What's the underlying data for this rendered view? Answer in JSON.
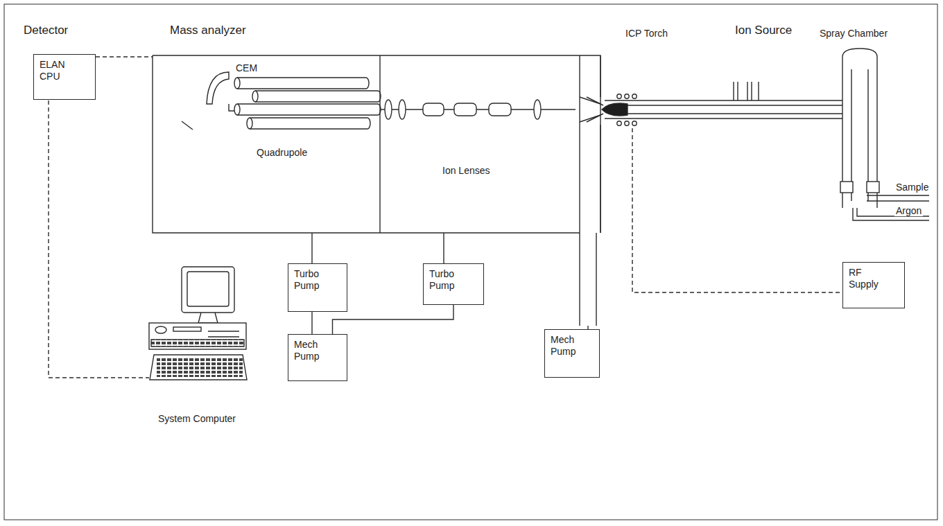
{
  "diagram": {
    "nodes": [
      {
        "text": [
          "ELAN CPU"
        ]
      },
      {
        "text": [
          "Turbo Pump"
        ]
      },
      {
        "text": [
          "Turbo Pump"
        ]
      },
      {
        "text": [
          "Mech Pump"
        ]
      },
      {
        "text": [
          "Mech Pump"
        ]
      },
      {
        "text": [
          "RF Supply"
        ]
      }
    ],
    "edges": [
      {
        "from": 1,
        "to": 3,
        "arrow": "none"
      },
      {
        "from": 2,
        "to": 3,
        "arrow": "none"
      }
    ],
    "labels": [
      "Detector",
      "Mass analyzer",
      "Ion Source",
      "CEM",
      "Quadrupole",
      "Ion Lenses",
      "ICP Torch",
      "Spray Chamber",
      "Sample",
      "Argon",
      "System Computer"
    ]
  }
}
